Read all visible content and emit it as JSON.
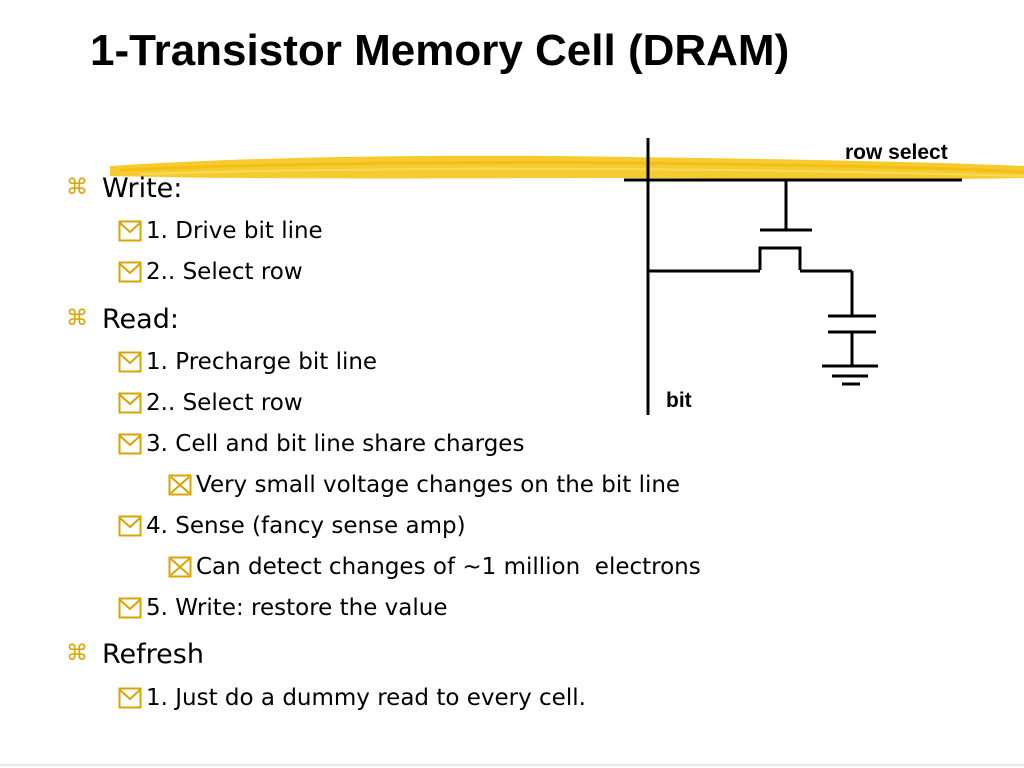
{
  "slide": {
    "title": "1-Transistor Memory Cell (DRAM)"
  },
  "diagram": {
    "row_select_label": "row select",
    "bit_label": "bit",
    "colors": {
      "highlight": "#f5c518",
      "wire": "#000000"
    }
  },
  "bullets": {
    "write": {
      "label": "Write:",
      "items": [
        "1. Drive bit line",
        "2.. Select row"
      ]
    },
    "read": {
      "label": "Read:",
      "items": [
        "1. Precharge bit line",
        "2.. Select row",
        "3. Cell and bit line share charges",
        "4. Sense (fancy sense amp)",
        "5. Write: restore the value"
      ],
      "subitems": [
        "Very small voltage changes on the bit line",
        "Can detect changes of ~1 million  electrons"
      ]
    },
    "refresh": {
      "label": "Refresh",
      "items": [
        "1. Just do a dummy read to every cell."
      ]
    }
  },
  "icons": {
    "level1": "command-key-icon",
    "level2": "envelope-checkbox-icon",
    "level3": "x-checkbox-icon",
    "bullet_color": "#d9a300"
  }
}
